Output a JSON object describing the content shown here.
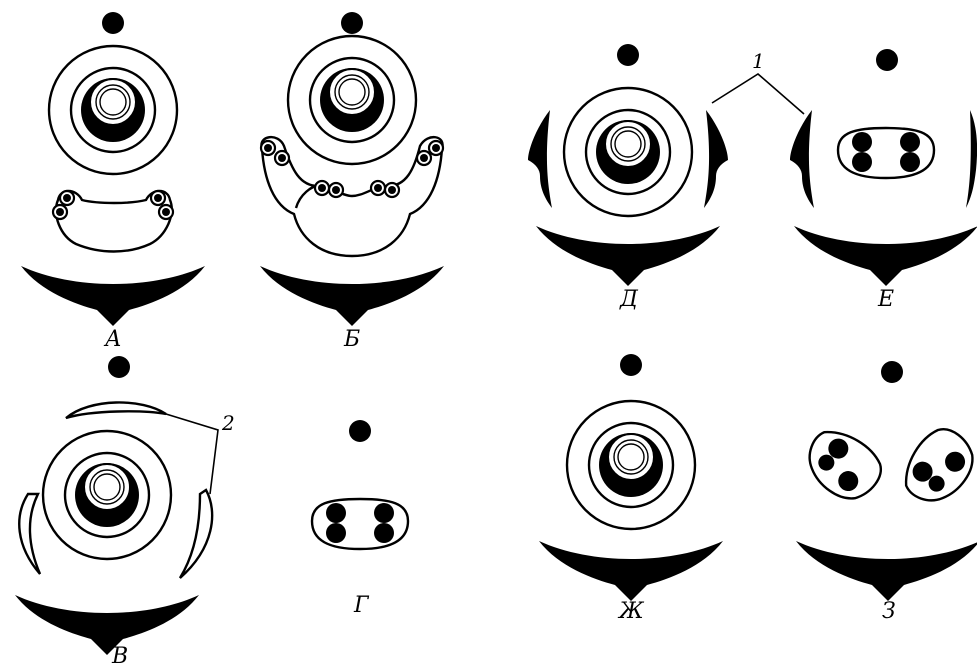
{
  "panels": {
    "A": "А",
    "B": "Б",
    "V": "В",
    "G": "Г",
    "D": "Д",
    "E": "Е",
    "Zh": "Ж",
    "Z": "З"
  },
  "callouts": {
    "one": "1",
    "two": "2"
  }
}
